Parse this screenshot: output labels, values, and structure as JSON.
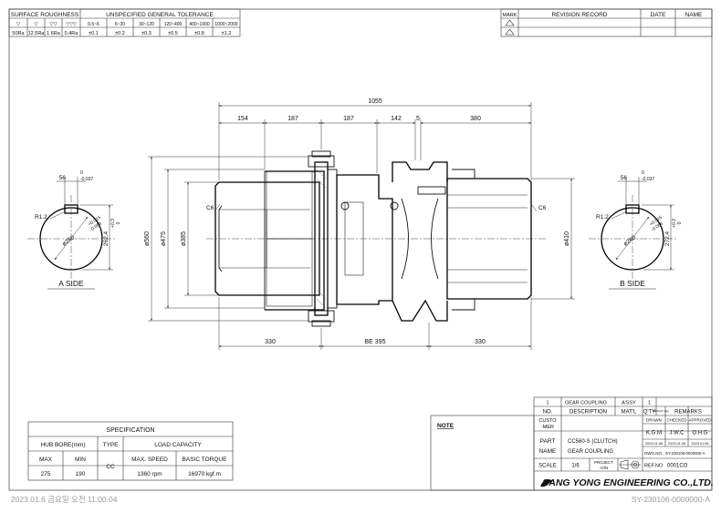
{
  "roughness": {
    "title": "SURFACE ROUGHNESS",
    "symbols": [
      "▽",
      "▽▽",
      "▽▽▽"
    ],
    "values": [
      "50Ra",
      "12.5Ra",
      "1.6Ra",
      "0.4Ra"
    ]
  },
  "tolerance": {
    "title": "UNSPECIFIED GENERAL TOLERANCE",
    "ranges": [
      "0.5~6",
      "6~30",
      "30~120",
      "120~400",
      "400~1000",
      "1000~2000"
    ],
    "values": [
      "±0.1",
      "±0.2",
      "±0.3",
      "±0.5",
      "±0.8",
      "±1.2"
    ]
  },
  "revision": {
    "headers": [
      "MARK",
      "REVISION RECORD",
      "DATE",
      "NAME"
    ]
  },
  "drawing": {
    "dims_top": [
      "154",
      "187",
      "187",
      "142",
      "5",
      "380"
    ],
    "overall": "1055",
    "dims_bottom": [
      "330",
      "BE 395",
      "330"
    ],
    "diameters": [
      "ø560",
      "ø475",
      "ø385",
      "ø410"
    ],
    "chamfer_left": "C6",
    "chamfer_right": "C6"
  },
  "a_side": {
    "label": "A SIDE",
    "key_width": "56",
    "key_tol_upper": "0",
    "key_tol_lower": "-0.037",
    "radius": "R1.2",
    "bore": "ø250",
    "bore_tol_upper": "+0.015",
    "bore_tol_lower": "-0.065",
    "keyway_depth": "262.4",
    "keyway_tol": "+0.3",
    "keyway_tol_lower": "0"
  },
  "b_side": {
    "label": "B SIDE",
    "key_width": "56",
    "key_tol_upper": "0",
    "key_tol_lower": "-0.037",
    "radius": "R1.2",
    "bore": "ø260",
    "bore_tol_upper": "+0.015",
    "bore_tol_lower": "-0.065",
    "keyway_depth": "272.4",
    "keyway_tol": "+0.3",
    "keyway_tol_lower": "0"
  },
  "spec": {
    "title": "SPECIFICATION",
    "hub_bore": "HUB BORE(mm)",
    "type": "TYPE",
    "load_capacity": "LOAD CAPACITY",
    "max": "MAX",
    "min": "MIN",
    "max_speed": "MAX. SPEED",
    "basic_torque": "BASIC TORQUE",
    "max_val": "275",
    "min_val": "190",
    "type_val": "CC",
    "speed_val": "1360 rpm",
    "torque_val": "16970 kgf.m"
  },
  "note": "NOTE",
  "title_block": {
    "bom_no": "1",
    "bom_desc": "GEAR COUPLING",
    "bom_mat": "A'SSY",
    "bom_qty": "1",
    "col_no": "NO.",
    "col_desc": "DESCRIPTION",
    "col_mat": "MAT'L",
    "col_qty": "Q'TY",
    "col_weight": "WEIGHT (kg)",
    "col_remarks": "REMARKS",
    "customer_1": "CUSTO",
    "customer_2": "-MER",
    "drawn": "DRAWN",
    "checked": "CHECKED",
    "approved": "APPROVED",
    "drawn_name": "K.G.M",
    "checked_name": "J.W.C",
    "approved_name": "O.H.G",
    "d1": "2023.01.06",
    "d2": "2023.01.06",
    "d3": "2023.01.06",
    "part_1": "PART",
    "part_2": "NAME",
    "part_name_1": "CC560-S (CLUTCH)",
    "part_name_2": "GEAR COUPLING",
    "dwg_no_label": "DWG.NO.",
    "dwg_no": "SY-230106-0000000-A",
    "scale_label": "SCALE",
    "scale": "1/6",
    "projection_1": "PROJECT",
    "projection_2": "-ION",
    "ref_label": "REF.NO",
    "ref_no": "0001CO",
    "company": "SANG YONG ENGINEERING CO.,LTD."
  },
  "footer": {
    "timestamp": "2023.01.6 금요일 오전 11:00:04",
    "drawing_code": "SY-230106-0000000-A"
  }
}
